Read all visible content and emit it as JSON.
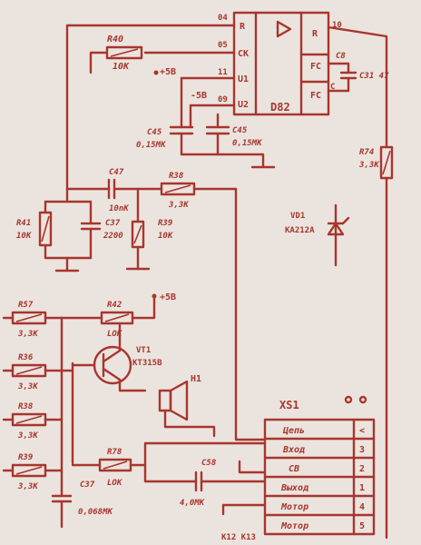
{
  "chip": {
    "designator": "D82",
    "pin_numbers": {
      "p_left_top": "04",
      "p_ck": "05",
      "p_u1": "11",
      "p_u2": "09",
      "p_right": "10"
    },
    "labels": {
      "r_left": "R",
      "ck": "CK",
      "u1": "U1",
      "u2": "U2",
      "r_right": "R",
      "fc_top": "FC",
      "fc_bot": "FC",
      "c_out": "C"
    }
  },
  "supply": {
    "plus": "+5B",
    "minus": "-5B",
    "plus_lower": "+5B"
  },
  "components": {
    "r40": {
      "ref": "R40",
      "value": "10K"
    },
    "c45": {
      "ref": "C45",
      "value": "0,15MK"
    },
    "c46": {
      "ref": "C45",
      "value": "0,15MK"
    },
    "c38": {
      "ref": "C8",
      "value": "C31 47"
    },
    "r74": {
      "ref": "R74",
      "value": "3,3K"
    },
    "vd1": {
      "ref": "VD1",
      "value": "KA212A"
    },
    "c47": {
      "ref": "C47",
      "value": "10nK"
    },
    "r38": {
      "ref": "R38",
      "value": "3,3K"
    },
    "r41": {
      "ref": "R41",
      "value": "10K"
    },
    "c37": {
      "ref": "C37",
      "value": "2200"
    },
    "r39": {
      "ref": "R39",
      "value": "10K"
    },
    "r57": {
      "ref": "R57",
      "value": "3,3K"
    },
    "r42": {
      "ref": "R42",
      "value": "LOK"
    },
    "vt1": {
      "ref": "VT1",
      "value": "KT315B"
    },
    "r36": {
      "ref": "R36",
      "value": "3,3K"
    },
    "r58": {
      "ref": "R38",
      "value": "3,3K"
    },
    "h1": {
      "ref": "H1"
    },
    "r59": {
      "ref": "R39",
      "value": "3,3K"
    },
    "r78": {
      "ref": "R78",
      "value": "LOK"
    },
    "c37b": {
      "ref": "C37",
      "value": "0,068MK"
    },
    "c58": {
      "ref": "C58",
      "value": "4,0MK"
    }
  },
  "connector": {
    "ref": "XS1",
    "rows": [
      {
        "label": "Цепь",
        "pin": "<"
      },
      {
        "label": "Вход",
        "pin": "3"
      },
      {
        "label": "СВ",
        "pin": "2"
      },
      {
        "label": "Выход",
        "pin": "1"
      },
      {
        "label": "Мотор",
        "pin": "4"
      },
      {
        "label": "Мотор",
        "pin": "5"
      }
    ]
  },
  "footnote": "K12 K13"
}
